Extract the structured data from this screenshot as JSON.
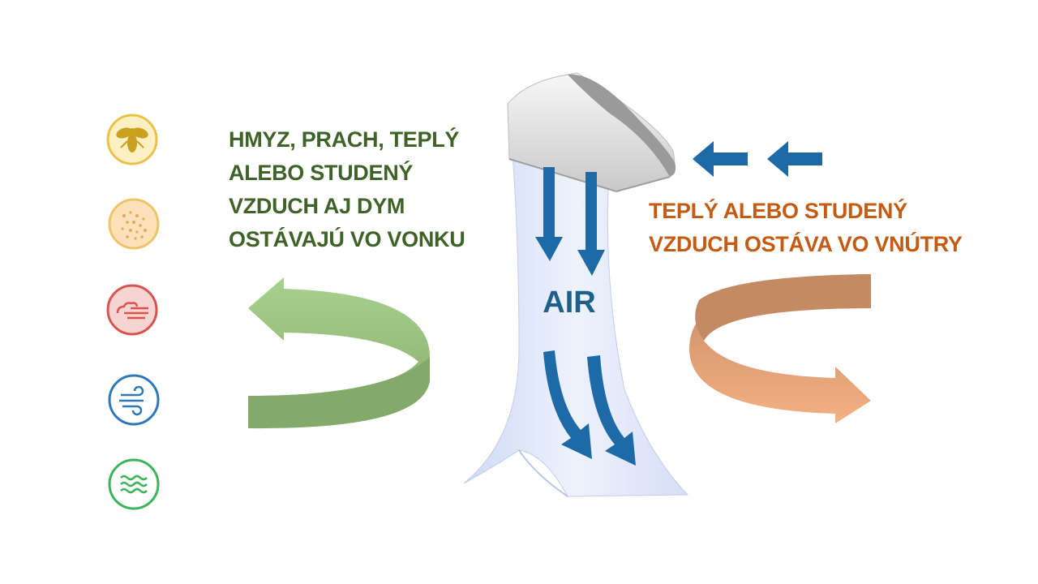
{
  "outside_text": [
    "HMYZ, PRACH, TEPLÝ",
    "ALEBO STUDENÝ",
    "VZDUCH AJ DYM",
    "OSTÁVAJÚ VO VONKU"
  ],
  "inside_text": [
    "TEPLÝ ALEBO STUDENÝ",
    "VZDUCH OSTÁVA VO VNÚTRY"
  ],
  "air_label": "AIR",
  "colors": {
    "outside_text": "#3f6228",
    "inside_text": "#c55a11",
    "air_label": "#1f5f8b",
    "blue_arrow": "#1d6aa6",
    "green_arrow_light": "#a9d18e",
    "green_arrow_dark": "#84aa6b",
    "orange_arrow_light": "#f4b183",
    "orange_arrow_dark": "#c48a63",
    "curtain": "#dfe6f8"
  },
  "icons": [
    {
      "name": "insect-icon",
      "color": "#e8c24a"
    },
    {
      "name": "dust-icon",
      "color": "#f0c36a"
    },
    {
      "name": "smoke-icon",
      "color": "#d9534f"
    },
    {
      "name": "wind-icon",
      "color": "#2f78b7"
    },
    {
      "name": "heat-waves-icon",
      "color": "#3bb45b"
    }
  ]
}
